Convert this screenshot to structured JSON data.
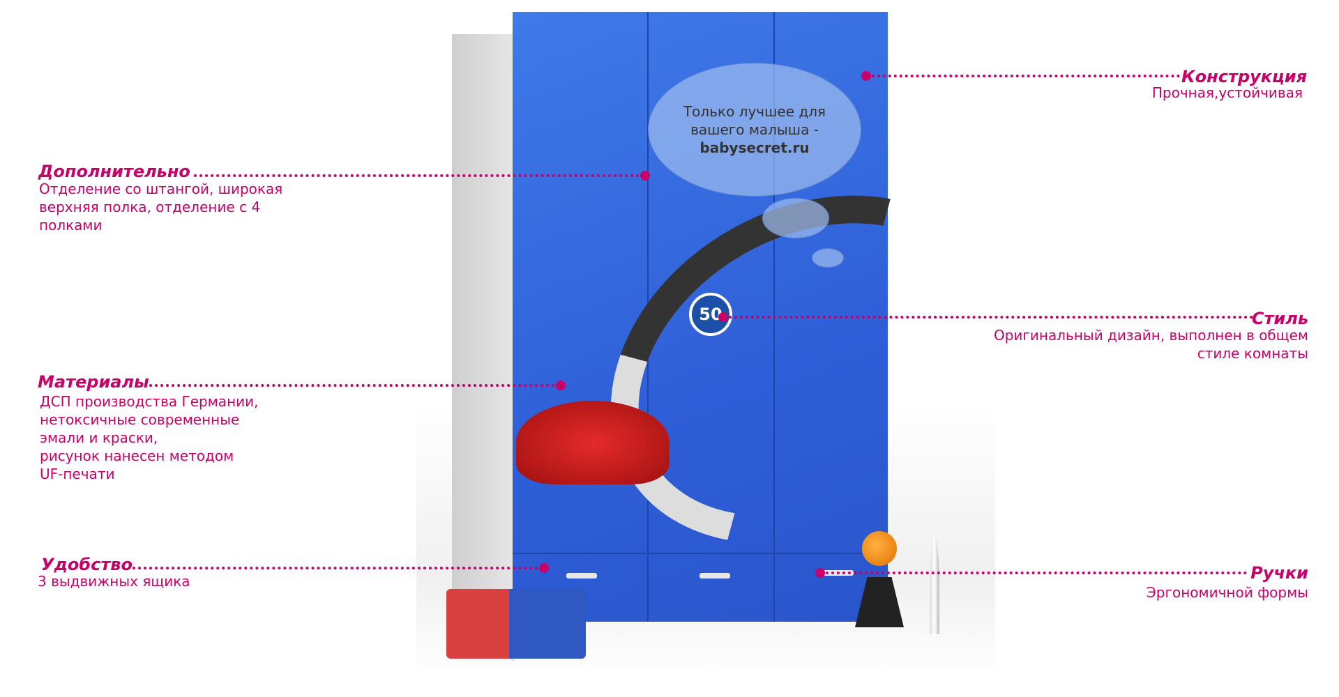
{
  "bubble": {
    "line1": "Только лучшее для",
    "line2": "вашего малыша -",
    "brand": "babysecret.ru"
  },
  "sign": {
    "speed": "50"
  },
  "features": {
    "construction": {
      "title": "Конструкция",
      "text": "Прочная,устойчивая"
    },
    "extra": {
      "title": "Дополнительно",
      "lines": [
        "Отделение со штангой, широкая",
        "верхняя полка, отделение с 4",
        "полками"
      ]
    },
    "style": {
      "title": "Стиль",
      "lines": [
        "Оригинальный дизайн, выполнен в общем",
        "стиле комнаты"
      ]
    },
    "materials": {
      "title": "Материалы",
      "lines": [
        "ДСП производства Германии,",
        "нетоксичные современные",
        "эмали и краски,",
        "рисунок нанесен методом",
        "UF-печати"
      ]
    },
    "convenience": {
      "title": "Удобство",
      "text": "3 выдвижных ящика"
    },
    "handles": {
      "title": "Ручки",
      "text": "Эргономичной формы"
    }
  },
  "colors": {
    "accent": "#c8006a",
    "wardrobe": "#3469e0"
  }
}
